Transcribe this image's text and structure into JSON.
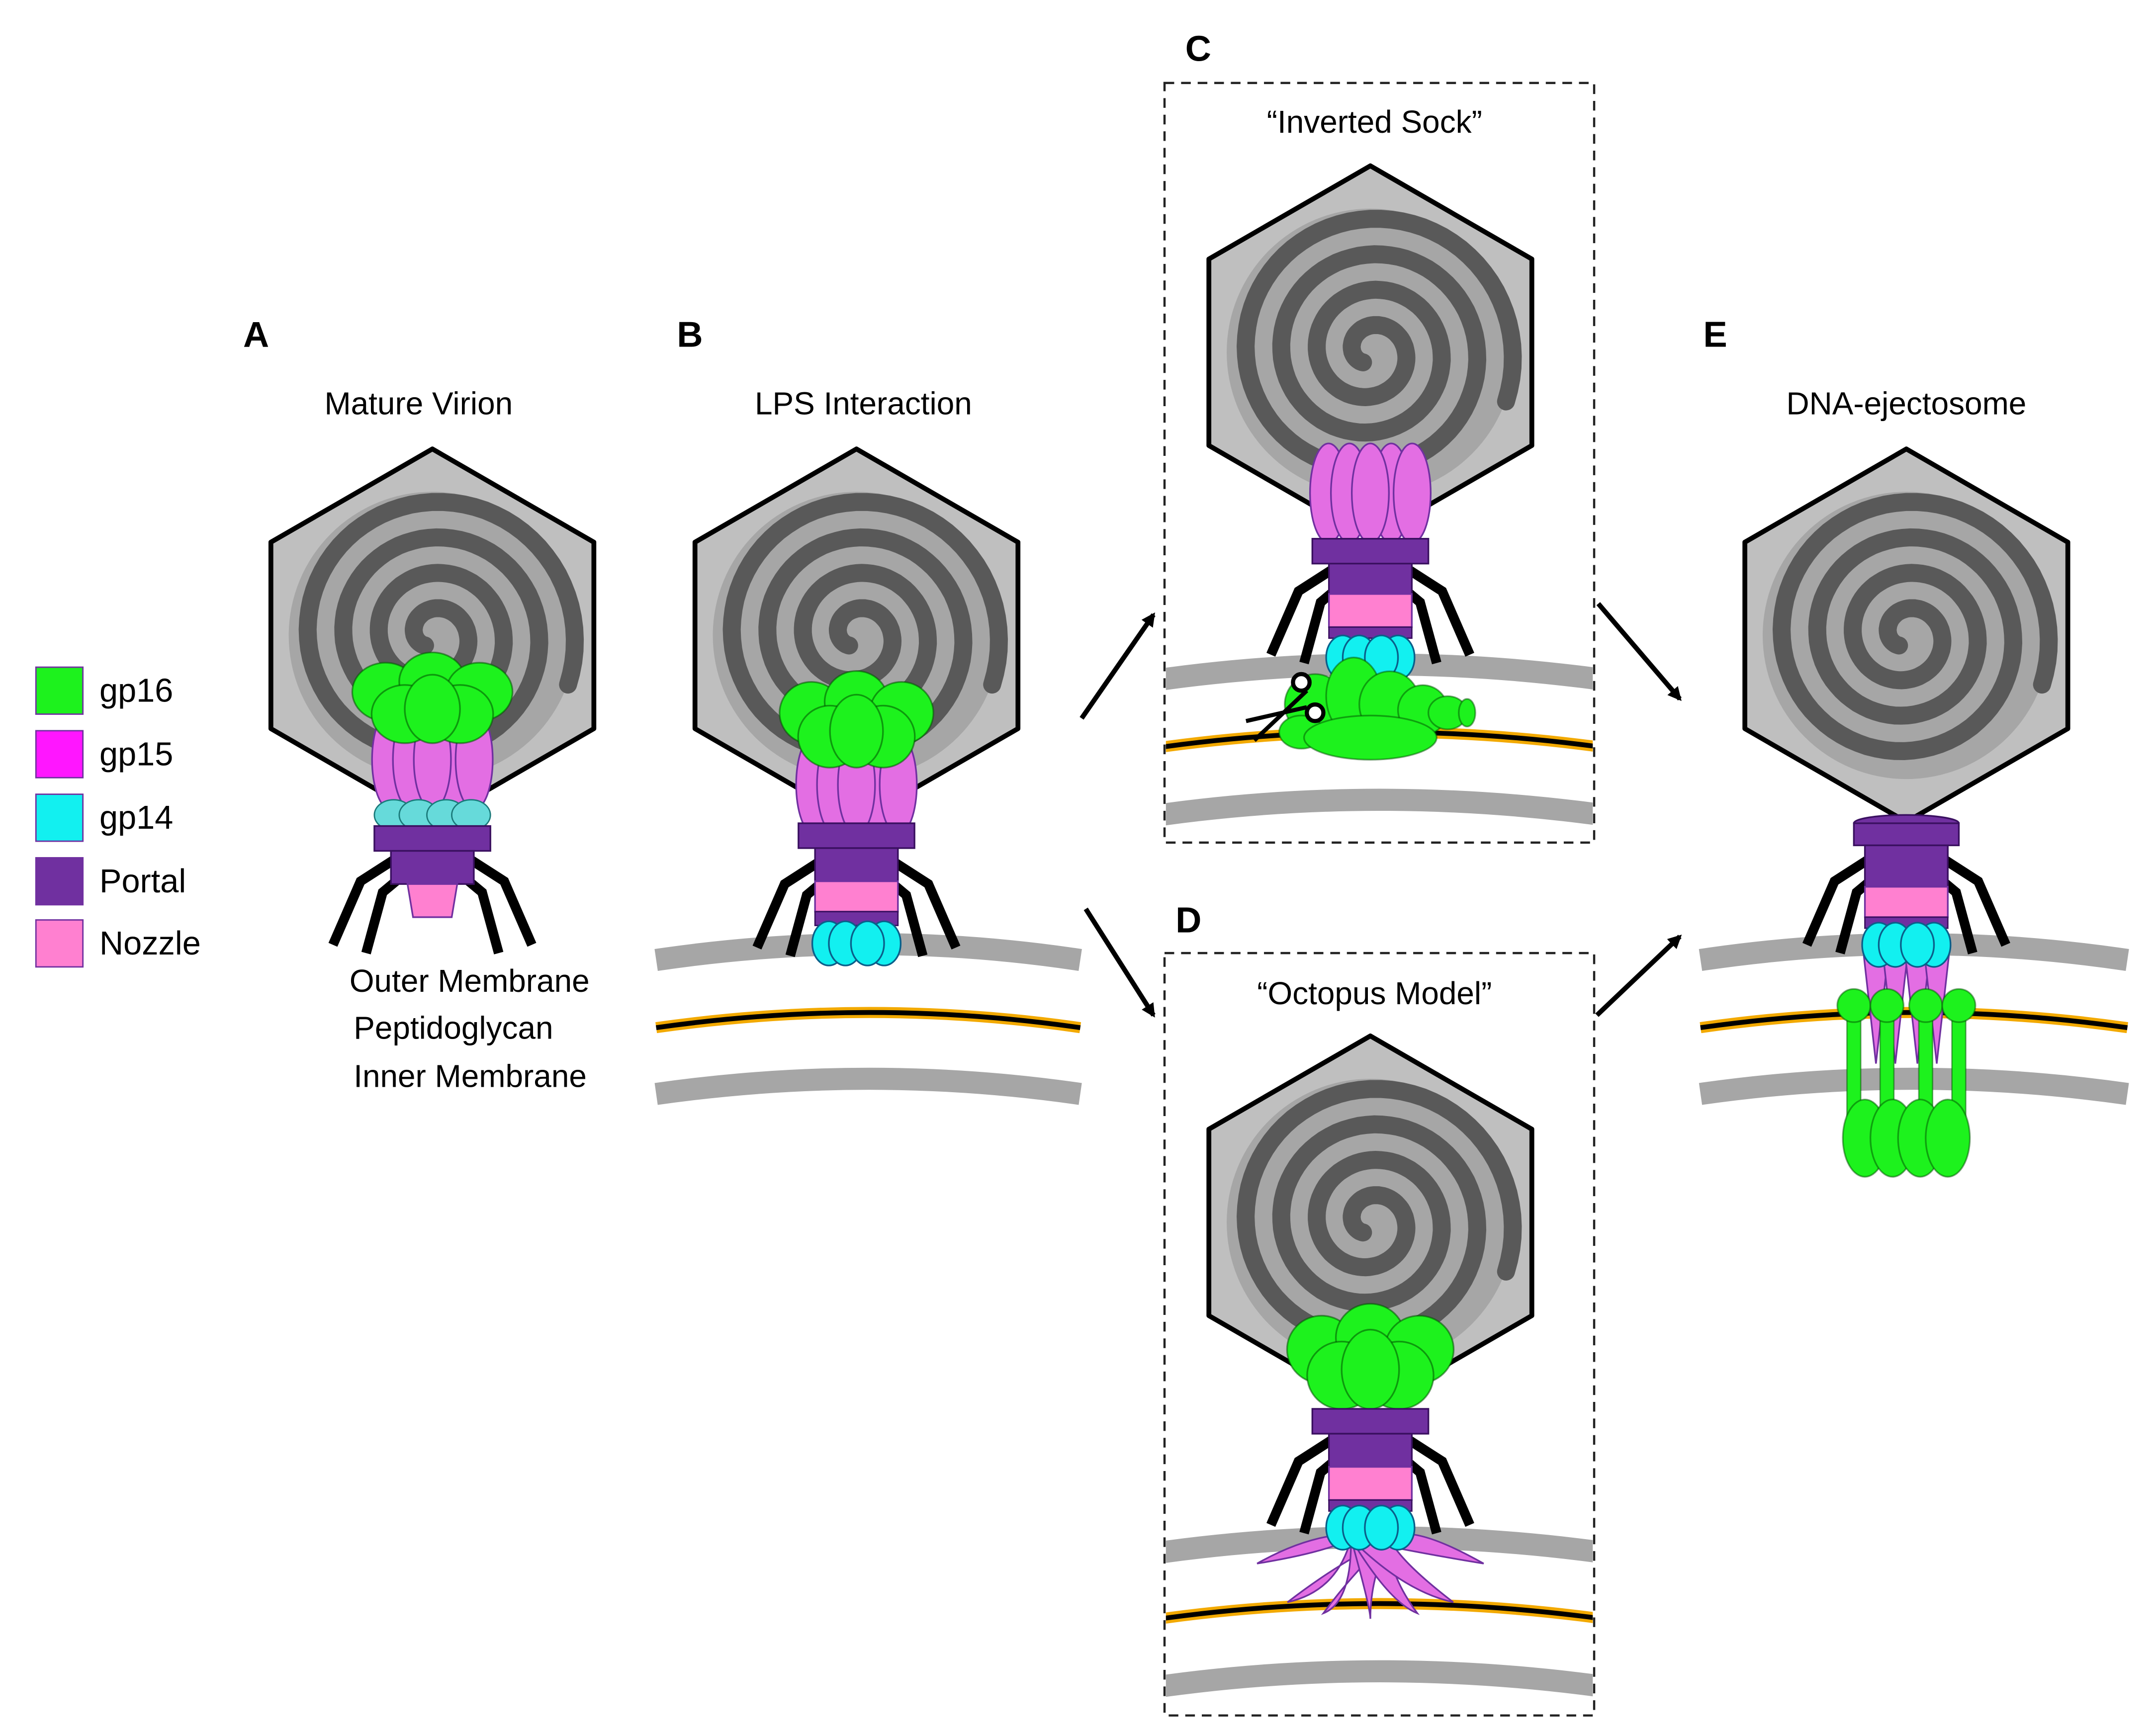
{
  "panels": {
    "a": {
      "letter": "A",
      "title": "Mature Virion"
    },
    "b": {
      "letter": "B",
      "title": "LPS Interaction"
    },
    "c": {
      "letter": "C",
      "title": "“Inverted Sock”"
    },
    "d": {
      "letter": "D",
      "title": "“Octopus Model”"
    },
    "e": {
      "letter": "E",
      "title": "DNA-ejectosome"
    }
  },
  "legend": [
    {
      "label": "gp16",
      "color": "#1df21d"
    },
    {
      "label": "gp15",
      "color": "#ff16ff"
    },
    {
      "label": "gp14",
      "color": "#12f0f0"
    },
    {
      "label": "Portal",
      "color": "#7030a0"
    },
    {
      "label": "Nozzle",
      "color": "#ff80d0"
    }
  ],
  "membranes": {
    "outer": "Outer Membrane",
    "peptidoglycan": "Peptidoglycan",
    "inner": "Inner Membrane"
  },
  "colors": {
    "capsid": "#bfbfbf",
    "spiral_dark": "#595959",
    "spiral_light": "#a6a6a6",
    "membrane": "#a6a6a6",
    "peptidoglycan_outline": "#f2a900",
    "gp15_body": "#e36ee3"
  }
}
